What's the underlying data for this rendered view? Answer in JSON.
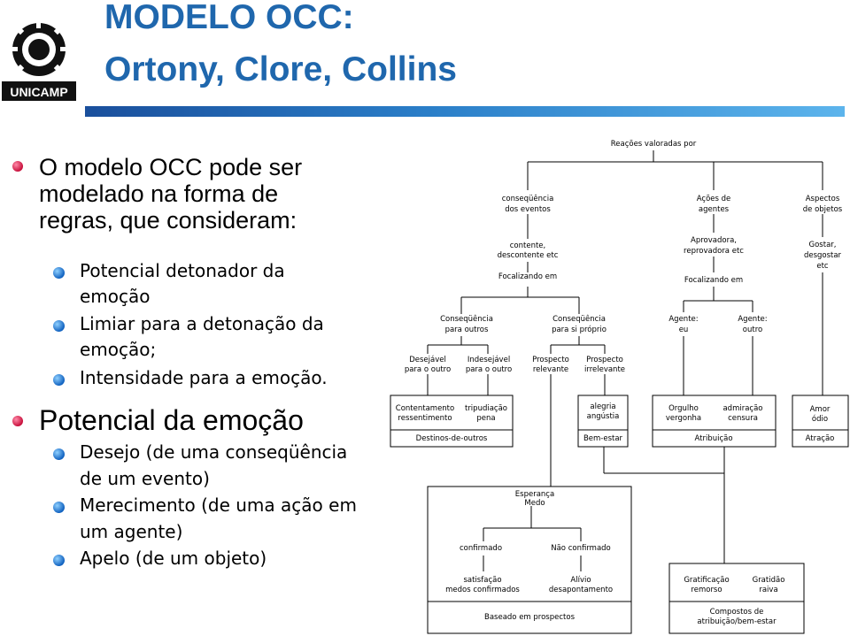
{
  "title": {
    "line1": "MODELO OCC:",
    "line2": "Ortony, Clore, Collins"
  },
  "logo": {
    "text": "UNICAMP",
    "icon": "unicamp-logo"
  },
  "colors": {
    "title": "#1f67ad",
    "bar": "#2a7ec8",
    "bullet_primary": "#c8103c",
    "bullet_secondary": "#1162c0"
  },
  "bullets": [
    {
      "lines": [
        "O modelo OCC pode ser",
        "modelado na forma de",
        "regras, que consideram:"
      ],
      "sub": [
        {
          "lines": [
            "Potencial detonador da",
            "emoção"
          ]
        },
        {
          "lines": [
            "Limiar para a detonação da",
            "emoção;"
          ]
        },
        {
          "lines": [
            "Intensidade para a emoção."
          ]
        }
      ]
    },
    {
      "lines": [
        "Potencial da emoção"
      ],
      "sub": [
        {
          "lines": [
            "Desejo (de uma conseqüência",
            "de um evento)"
          ]
        },
        {
          "lines": [
            "Merecimento (de uma ação em",
            "um agente)"
          ]
        },
        {
          "lines": [
            "Apelo (de um objeto)"
          ]
        }
      ]
    }
  ],
  "diagram": {
    "root": "Reações valoradas por",
    "branch_events": [
      "conseqüência",
      "dos eventos"
    ],
    "branch_agents": [
      "Ações de",
      "agentes"
    ],
    "branch_objects": [
      "Aspectos",
      "de objetos"
    ],
    "events_reaction": [
      "contente,",
      "descontente etc"
    ],
    "events_focus": "Focalizando em",
    "agents_reaction": [
      "Aprovadora,",
      "reprovadora etc"
    ],
    "agents_focus": "Focalizando em",
    "objects_reaction": [
      "Gostar,",
      "desgostar",
      "etc"
    ],
    "cons_others": [
      "Conseqüência",
      "para outros"
    ],
    "cons_self": [
      "Conseqüência",
      "para si próprio"
    ],
    "agent_self": [
      "Agente:",
      "eu"
    ],
    "agent_other": [
      "Agente:",
      "outro"
    ],
    "desirable": [
      "Desejável",
      "para o outro"
    ],
    "undesirable": [
      "Indesejável",
      "para o outro"
    ],
    "prospect_relevant": [
      "Prospecto",
      "relevante"
    ],
    "prospect_irrelevant": [
      "Prospecto",
      "irrelevante"
    ],
    "box_fortunes": {
      "left": [
        "Contentamento",
        "ressentimento"
      ],
      "right": [
        "tripudiação",
        "pena"
      ],
      "footer": "Destinos-de-outros"
    },
    "box_wellbeing": {
      "emotions": [
        "alegria",
        "angústia"
      ],
      "footer": "Bem-estar"
    },
    "box_attribution": {
      "left": [
        "Orgulho",
        "vergonha"
      ],
      "right": [
        "admiração",
        "censura"
      ],
      "footer": "Atribuição"
    },
    "box_attraction": {
      "emotions": [
        "Amor",
        "ódio"
      ],
      "footer": "Atração"
    },
    "box_prospect": {
      "top": [
        "Esperança",
        "Medo"
      ],
      "confirmed": "confirmado",
      "not_confirmed": "Não confirmado",
      "left": [
        "satisfação",
        "medos confirmados"
      ],
      "right": [
        "Alívio",
        "desapontamento"
      ],
      "footer": "Baseado em prospectos"
    },
    "box_compound": {
      "left": [
        "Gratificação",
        "remorso"
      ],
      "right": [
        "Gratidão",
        "raiva"
      ],
      "footer": [
        "Compostos de",
        "atribuição/bem-estar"
      ]
    }
  }
}
